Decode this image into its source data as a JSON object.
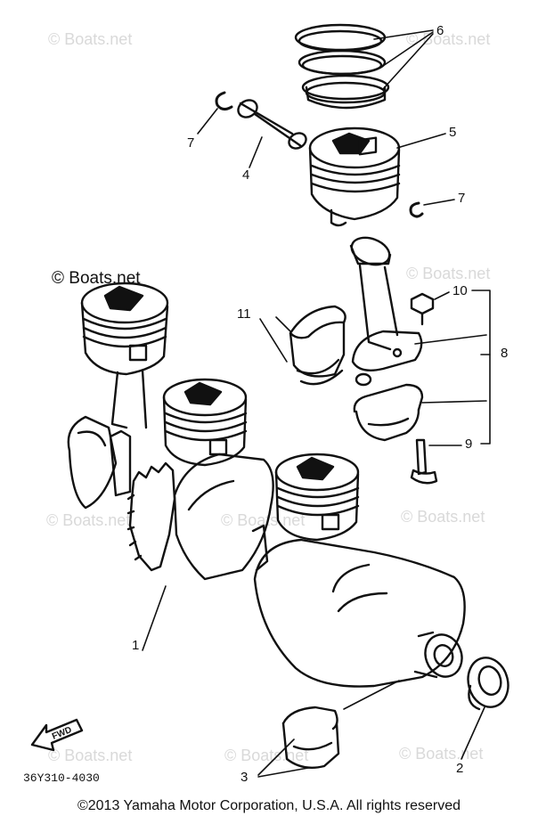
{
  "watermarks": [
    "© Boats.net",
    "© Boats.net",
    "© Boats.net",
    "© Boats.net",
    "© Boats.net",
    "© Boats.net",
    "© Boats.net",
    "© Boats.net",
    "© Boats.net"
  ],
  "watermark_dark": "© Boats.net",
  "callouts": {
    "c1": "1",
    "c2": "2",
    "c3": "3",
    "c4": "4",
    "c5": "5",
    "c6": "6",
    "c7a": "7",
    "c7b": "7",
    "c8": "8",
    "c9": "9",
    "c10": "10",
    "c11": "11"
  },
  "fwd_label": "FWD",
  "diagram_code": "36Y310-4030",
  "copyright": "©2013 Yamaha Motor Corporation, U.S.A. All rights reserved"
}
